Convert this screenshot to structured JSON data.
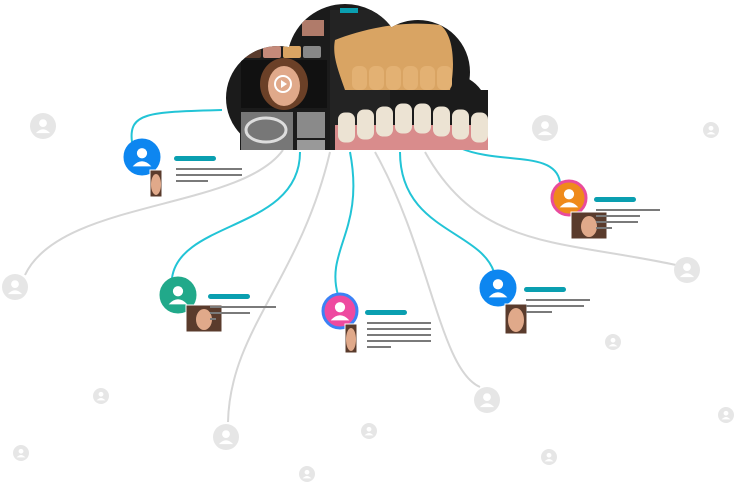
{
  "colors": {
    "background": "#ffffff",
    "cloud": "#1b1b1b",
    "connector_active": "#22c4d6",
    "connector_inactive": "#d6d6d6",
    "title_bar": "#0a9fb0",
    "text_line": "#7a7a7a",
    "ghost_user": "#e6e6e6",
    "tooth_model": "#d9a463",
    "gum": "#d98c8c",
    "tooth": "#ece3d3"
  },
  "cloud": {
    "icon": "cloud-shape",
    "panels": [
      "face-photo-with-play-button",
      "3d-tooth-model",
      "intraoral-teeth-photo",
      "ct-scan-slices",
      "thumbnail-strip"
    ]
  },
  "active_users": [
    {
      "name": "user-blue-left",
      "avatar_color": "#0d86f0",
      "ring_color": "#0d86f0"
    },
    {
      "name": "user-green",
      "avatar_color": "#21a98a",
      "ring_color": "#21a98a"
    },
    {
      "name": "user-pink",
      "avatar_color": "#ee4aa0",
      "ring_color": "#3b82f6"
    },
    {
      "name": "user-blue-right",
      "avatar_color": "#0d86f0",
      "ring_color": "#0d86f0"
    },
    {
      "name": "user-orange",
      "avatar_color": "#ef8a1b",
      "ring_color": "#e94b9c"
    }
  ],
  "inactive_user_count_shown": 14
}
